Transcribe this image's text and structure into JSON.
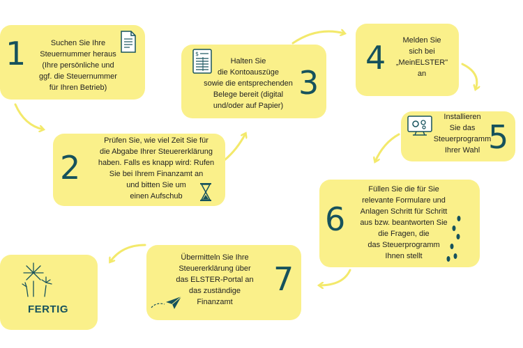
{
  "colors": {
    "box": "#faf08a",
    "number": "#16525c",
    "arrow": "#f3e96b"
  },
  "steps": [
    {
      "number": "1",
      "text": "Suchen Sie Ihre\nSteuernummer heraus\n(Ihre persönliche und\nggf. die Steuernummer\nfür Ihren Betrieb)",
      "icon": "document-icon"
    },
    {
      "number": "2",
      "text": "Prüfen Sie, wie viel Zeit Sie für\ndie Abgabe Ihrer Steuererklärung\nhaben. Falls es knapp wird: Rufen\nSie bei Ihrem Finanzamt an\nund bitten Sie um\neinen Aufschub",
      "icon": "hourglass-icon"
    },
    {
      "number": "3",
      "text": "Halten Sie\ndie Kontoauszüge\nsowie die entsprechenden\nBelege bereit (digital\nund/oder auf Papier)",
      "icon": "receipt-icon"
    },
    {
      "number": "4",
      "text": "Melden Sie\nsich bei\n„MeinELSTER\"\nan",
      "icon": ""
    },
    {
      "number": "5",
      "text": "Installieren\nSie das\nSteuerprogramm\nIhrer Wahl",
      "icon": "computer-settings-icon"
    },
    {
      "number": "6",
      "text": "Füllen Sie die für Sie\nrelevante Formulare und\nAnlagen Schritt für Schritt\naus bzw. beantworten Sie\ndie Fragen, die\ndas Steuerprogramm\nIhnen stellt",
      "icon": "footsteps-icon"
    },
    {
      "number": "7",
      "text": "Übermitteln Sie Ihre\nSteuererklärung über\ndas ELSTER-Portal an\ndas zuständige\nFinanzamt",
      "icon": "paper-plane-icon"
    }
  ],
  "finish": {
    "label": "FERTIG",
    "icon": "fireworks-icon"
  }
}
